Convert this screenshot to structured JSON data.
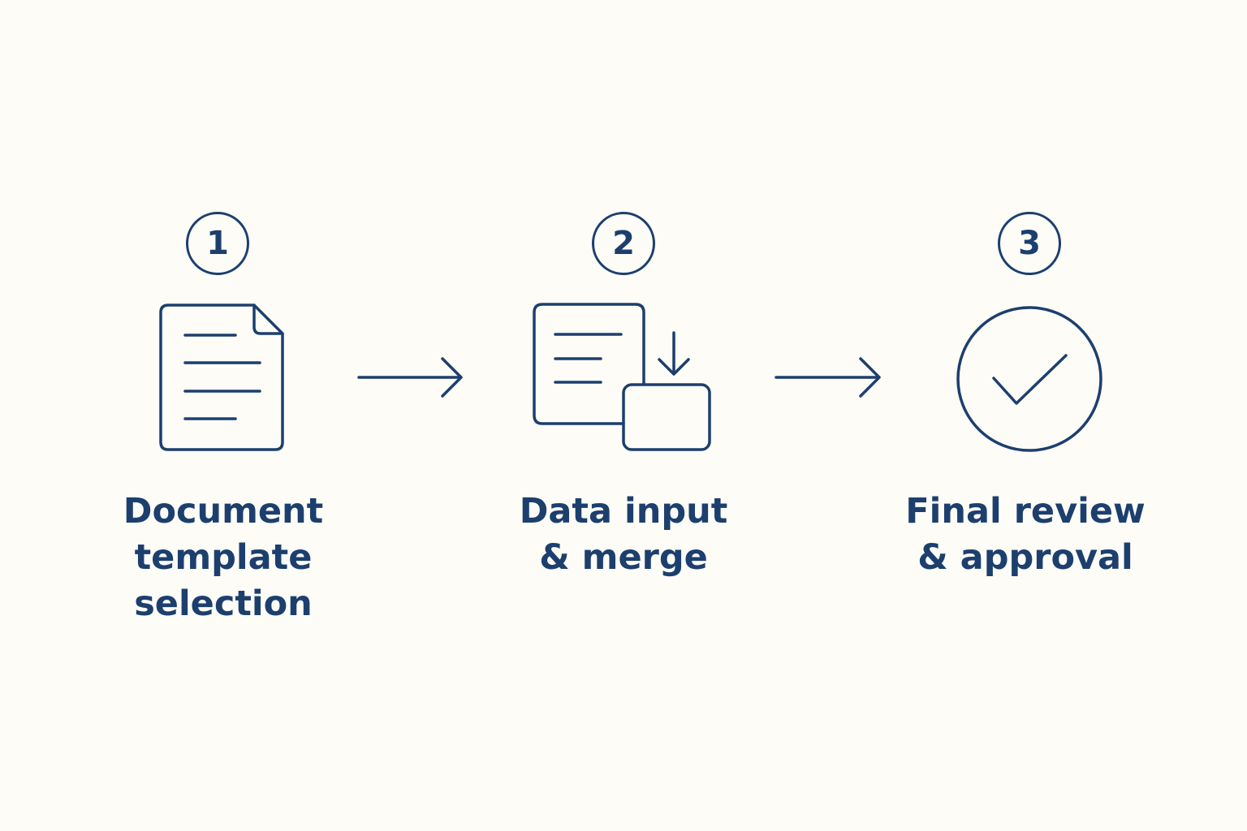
{
  "colors": {
    "background": "#fdfcf7",
    "ink": "#1c3f6e"
  },
  "steps": [
    {
      "number": "1",
      "icon": "document-icon",
      "label_lines": [
        "Document",
        "template",
        "selection"
      ]
    },
    {
      "number": "2",
      "icon": "data-merge-icon",
      "label_lines": [
        "Data input",
        "& merge"
      ]
    },
    {
      "number": "3",
      "icon": "check-circle-icon",
      "label_lines": [
        "Final review",
        "& approval"
      ]
    }
  ],
  "connectors": [
    "arrow-right-icon",
    "arrow-right-icon"
  ]
}
